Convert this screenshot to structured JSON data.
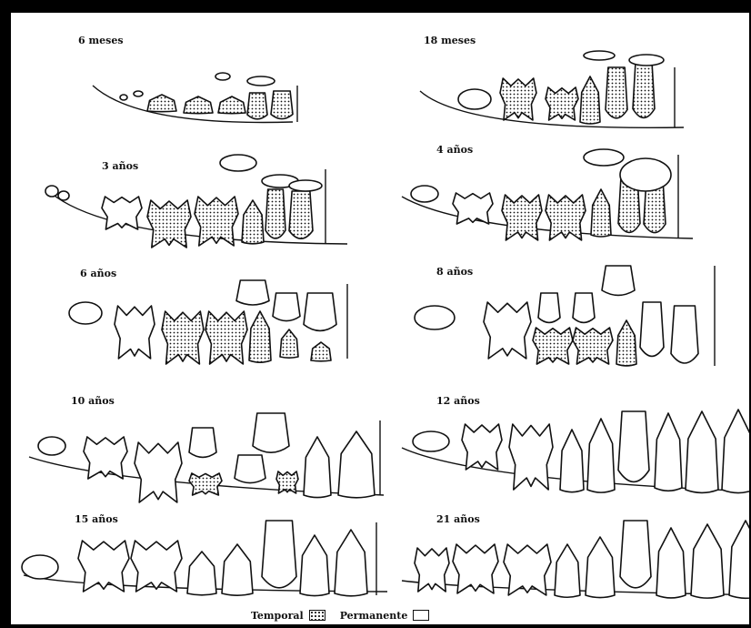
{
  "stages": [
    {
      "label": "6 meses"
    },
    {
      "label": "18 meses"
    },
    {
      "label": "3 años"
    },
    {
      "label": "4 años"
    },
    {
      "label": "6 años"
    },
    {
      "label": "8 años"
    },
    {
      "label": "10 años"
    },
    {
      "label": "12 años"
    },
    {
      "label": "15 años"
    },
    {
      "label": "21 años"
    }
  ],
  "legend": {
    "temporal_label": "Temporal",
    "permanente_label": "Permanente"
  },
  "colors": {
    "frame": "#000000",
    "paper": "#ffffff",
    "ink": "#111111"
  }
}
